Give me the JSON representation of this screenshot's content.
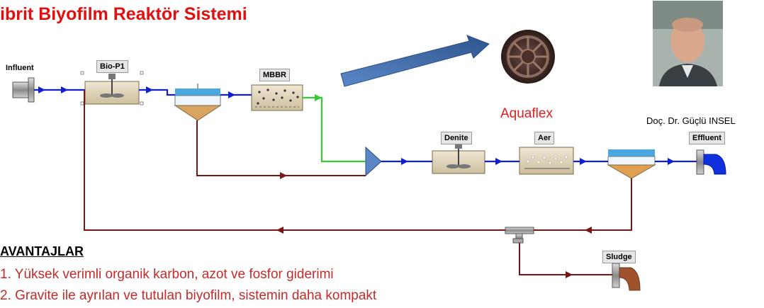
{
  "title": "ibrit Biyofilm Reaktör Sistemi",
  "units": {
    "influent": "Influent",
    "bio_p1": "Bio-P1",
    "mbbr": "MBBR",
    "denite": "Denite",
    "aer": "Aer",
    "effluent": "Effluent",
    "sludge": "Sludge"
  },
  "media": {
    "aquaflex_label": "Aquaflex",
    "person_caption": "Doç. Dr. Güçlü INSEL"
  },
  "advantages": {
    "heading": "AVANTAJLAR",
    "items": [
      "1.  Yüksek verimli organik karbon, azot ve fosfor giderimi",
      "2.  Gravite ile ayrılan ve tutulan biyofilm, sistemin daha kompakt"
    ]
  },
  "colors": {
    "title": "#e01010",
    "flow_main": "#1020d0",
    "flow_mbbr": "#33cc33",
    "recycle": "#7a1515",
    "aquaflex_label": "#e02020",
    "advantages_text": "#c62a2a",
    "big_arrow": "#3a64a8"
  }
}
